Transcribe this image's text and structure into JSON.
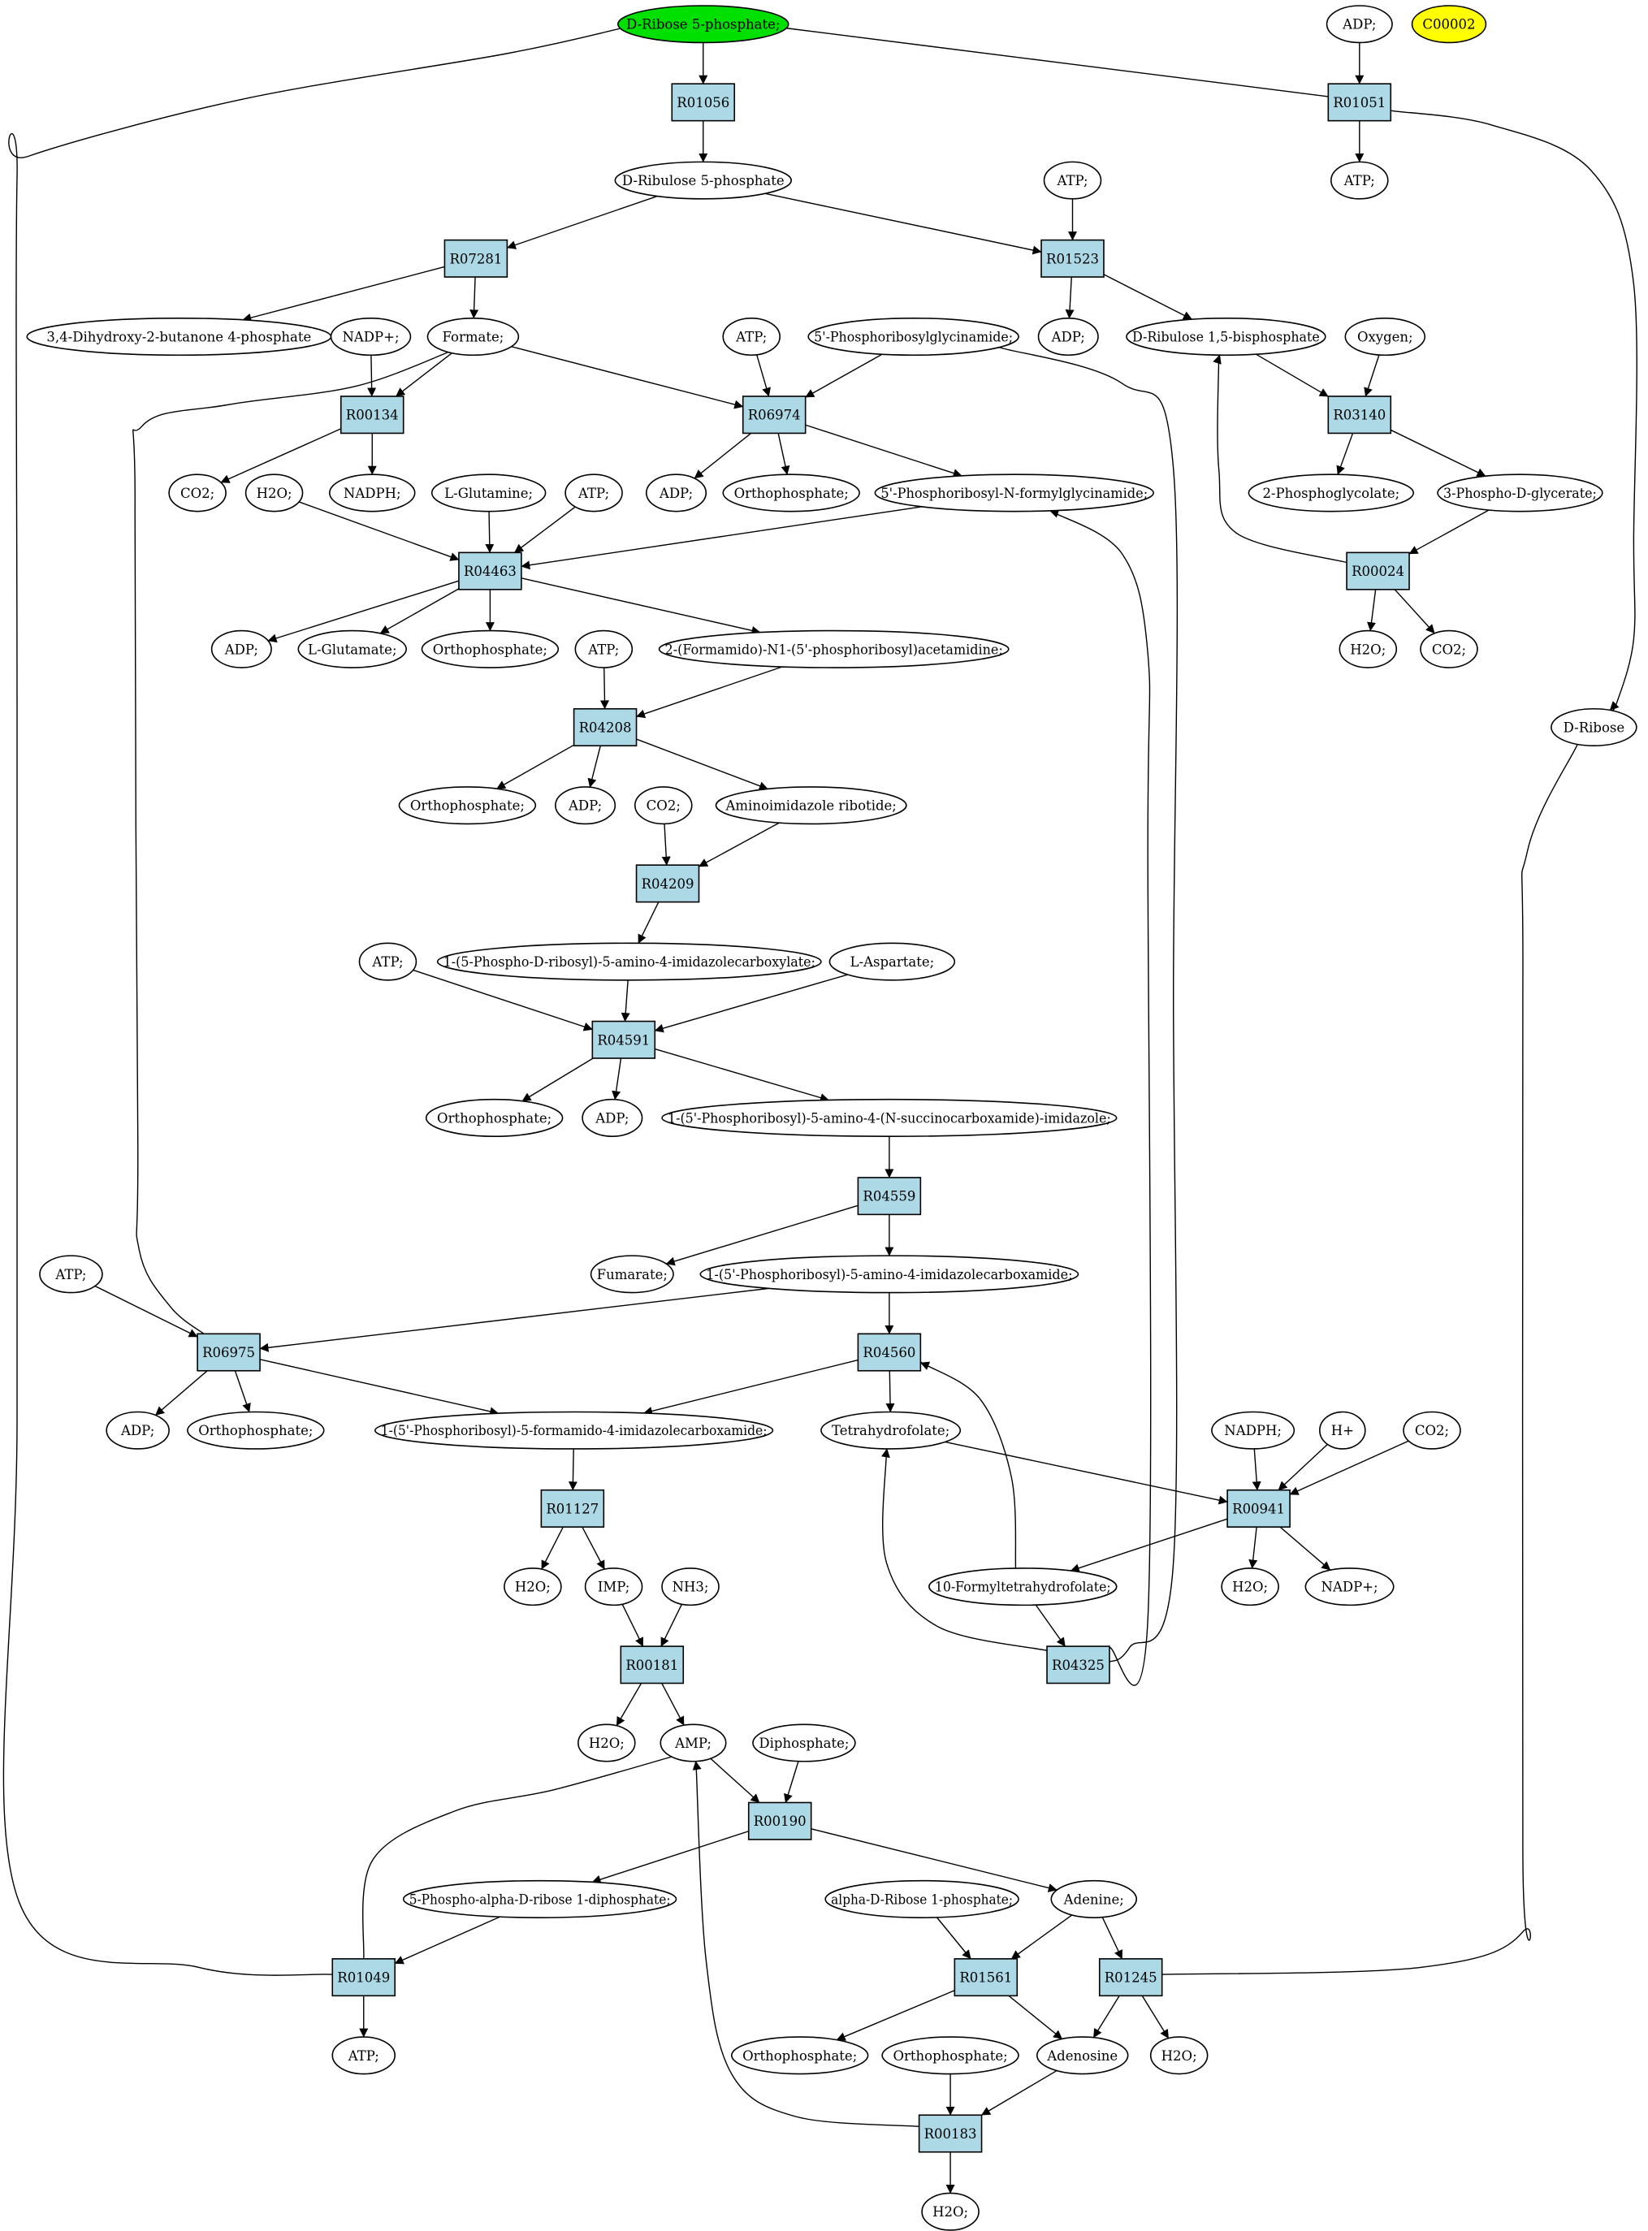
{
  "colors": {
    "reaction_fill": "#add8e6",
    "start_fill": "#00e000",
    "highlight_fill": "#ffff00",
    "compound_fill": "#ffffff",
    "stroke": "#000000"
  },
  "nodes": [
    {
      "id": "c_ribose5p",
      "label": "D-Ribose 5-phosphate;",
      "shape": "ellipse",
      "style": "start"
    },
    {
      "id": "c_adp_top",
      "label": "ADP;",
      "shape": "ellipse"
    },
    {
      "id": "c_c00002",
      "label": "C00002",
      "shape": "ellipse",
      "style": "highlight"
    },
    {
      "id": "r_R01056",
      "label": "R01056",
      "shape": "box"
    },
    {
      "id": "r_R01051",
      "label": "R01051",
      "shape": "box"
    },
    {
      "id": "c_ribulose5p",
      "label": "D-Ribulose 5-phosphate",
      "shape": "ellipse"
    },
    {
      "id": "c_atp_r1",
      "label": "ATP;",
      "shape": "ellipse"
    },
    {
      "id": "c_atp_r2",
      "label": "ATP;",
      "shape": "ellipse"
    },
    {
      "id": "r_R07281",
      "label": "R07281",
      "shape": "box"
    },
    {
      "id": "r_R01523",
      "label": "R01523",
      "shape": "box"
    },
    {
      "id": "c_dhbp",
      "label": "3,4-Dihydroxy-2-butanone 4-phosphate",
      "shape": "ellipse"
    },
    {
      "id": "c_nadp_a",
      "label": "NADP+;",
      "shape": "ellipse"
    },
    {
      "id": "c_formate",
      "label": "Formate;",
      "shape": "ellipse"
    },
    {
      "id": "c_atp_r3",
      "label": "ATP;",
      "shape": "ellipse"
    },
    {
      "id": "c_prgly",
      "label": "5'-Phosphoribosylglycinamide;",
      "shape": "ellipse"
    },
    {
      "id": "c_adp_r3",
      "label": "ADP;",
      "shape": "ellipse"
    },
    {
      "id": "c_rubp",
      "label": "D-Ribulose 1,5-bisphosphate",
      "shape": "ellipse"
    },
    {
      "id": "c_oxygen",
      "label": "Oxygen;",
      "shape": "ellipse"
    },
    {
      "id": "r_R00134",
      "label": "R00134",
      "shape": "box"
    },
    {
      "id": "r_R06974",
      "label": "R06974",
      "shape": "box"
    },
    {
      "id": "r_R03140",
      "label": "R03140",
      "shape": "box"
    },
    {
      "id": "c_co2_a",
      "label": "CO2;",
      "shape": "ellipse"
    },
    {
      "id": "c_h2o_a",
      "label": "H2O;",
      "shape": "ellipse"
    },
    {
      "id": "c_nadph_a",
      "label": "NADPH;",
      "shape": "ellipse"
    },
    {
      "id": "c_gln",
      "label": "L-Glutamine;",
      "shape": "ellipse"
    },
    {
      "id": "c_atp_r5",
      "label": "ATP;",
      "shape": "ellipse"
    },
    {
      "id": "c_adp_r5",
      "label": "ADP;",
      "shape": "ellipse"
    },
    {
      "id": "c_pi_r5",
      "label": "Orthophosphate;",
      "shape": "ellipse"
    },
    {
      "id": "c_fgar",
      "label": "5'-Phosphoribosyl-N-formylglycinamide;",
      "shape": "ellipse"
    },
    {
      "id": "c_pglycolate",
      "label": "2-Phosphoglycolate;",
      "shape": "ellipse"
    },
    {
      "id": "c_3pg",
      "label": "3-Phospho-D-glycerate;",
      "shape": "ellipse"
    },
    {
      "id": "r_R04463",
      "label": "R04463",
      "shape": "box"
    },
    {
      "id": "r_R00024",
      "label": "R00024",
      "shape": "box"
    },
    {
      "id": "c_adp_r6",
      "label": "ADP;",
      "shape": "ellipse"
    },
    {
      "id": "c_glu",
      "label": "L-Glutamate;",
      "shape": "ellipse"
    },
    {
      "id": "c_pi_r6",
      "label": "Orthophosphate;",
      "shape": "ellipse"
    },
    {
      "id": "c_atp_r6",
      "label": "ATP;",
      "shape": "ellipse"
    },
    {
      "id": "c_fgam",
      "label": "2-(Formamido)-N1-(5'-phosphoribosyl)acetamidine;",
      "shape": "ellipse"
    },
    {
      "id": "c_h2o_b",
      "label": "H2O;",
      "shape": "ellipse"
    },
    {
      "id": "c_co2_b",
      "label": "CO2;",
      "shape": "ellipse"
    },
    {
      "id": "c_dribose",
      "label": "D-Ribose",
      "shape": "ellipse"
    },
    {
      "id": "r_R04208",
      "label": "R04208",
      "shape": "box"
    },
    {
      "id": "c_pi_r8",
      "label": "Orthophosphate;",
      "shape": "ellipse"
    },
    {
      "id": "c_adp_r8",
      "label": "ADP;",
      "shape": "ellipse"
    },
    {
      "id": "c_co2_c",
      "label": "CO2;",
      "shape": "ellipse"
    },
    {
      "id": "c_air",
      "label": "Aminoimidazole ribotide;",
      "shape": "ellipse"
    },
    {
      "id": "r_R04209",
      "label": "R04209",
      "shape": "box"
    },
    {
      "id": "c_atp_r10",
      "label": "ATP;",
      "shape": "ellipse"
    },
    {
      "id": "c_cair",
      "label": "1-(5-Phospho-D-ribosyl)-5-amino-4-imidazolecarboxylate;",
      "shape": "ellipse"
    },
    {
      "id": "c_asp",
      "label": "L-Aspartate;",
      "shape": "ellipse"
    },
    {
      "id": "r_R04591",
      "label": "R04591",
      "shape": "box"
    },
    {
      "id": "c_pi_r12",
      "label": "Orthophosphate;",
      "shape": "ellipse"
    },
    {
      "id": "c_adp_r12",
      "label": "ADP;",
      "shape": "ellipse"
    },
    {
      "id": "c_saicar",
      "label": "1-(5'-Phosphoribosyl)-5-amino-4-(N-succinocarboxamide)-imidazole;",
      "shape": "ellipse"
    },
    {
      "id": "r_R04559",
      "label": "R04559",
      "shape": "box"
    },
    {
      "id": "c_atp_r14",
      "label": "ATP;",
      "shape": "ellipse"
    },
    {
      "id": "c_fumarate",
      "label": "Fumarate;",
      "shape": "ellipse"
    },
    {
      "id": "c_aicar",
      "label": "1-(5'-Phosphoribosyl)-5-amino-4-imidazolecarboxamide;",
      "shape": "ellipse"
    },
    {
      "id": "r_R06975",
      "label": "R06975",
      "shape": "box"
    },
    {
      "id": "r_R04560",
      "label": "R04560",
      "shape": "box"
    },
    {
      "id": "c_adp_r16",
      "label": "ADP;",
      "shape": "ellipse"
    },
    {
      "id": "c_pi_r16",
      "label": "Orthophosphate;",
      "shape": "ellipse"
    },
    {
      "id": "c_faicar",
      "label": "1-(5'-Phosphoribosyl)-5-formamido-4-imidazolecarboxamide;",
      "shape": "ellipse"
    },
    {
      "id": "c_thf",
      "label": "Tetrahydrofolate;",
      "shape": "ellipse"
    },
    {
      "id": "c_nadph_b",
      "label": "NADPH;",
      "shape": "ellipse"
    },
    {
      "id": "c_hplus",
      "label": "H+",
      "shape": "ellipse"
    },
    {
      "id": "c_co2_d",
      "label": "CO2;",
      "shape": "ellipse"
    },
    {
      "id": "r_R01127",
      "label": "R01127",
      "shape": "box"
    },
    {
      "id": "r_R00941",
      "label": "R00941",
      "shape": "box"
    },
    {
      "id": "c_h2o_c",
      "label": "H2O;",
      "shape": "ellipse"
    },
    {
      "id": "c_imp",
      "label": "IMP;",
      "shape": "ellipse"
    },
    {
      "id": "c_nh3",
      "label": "NH3;",
      "shape": "ellipse"
    },
    {
      "id": "c_10fthf",
      "label": "10-Formyltetrahydrofolate;",
      "shape": "ellipse"
    },
    {
      "id": "c_h2o_d",
      "label": "H2O;",
      "shape": "ellipse"
    },
    {
      "id": "c_nadp_b",
      "label": "NADP+;",
      "shape": "ellipse"
    },
    {
      "id": "r_R00181",
      "label": "R00181",
      "shape": "box"
    },
    {
      "id": "r_R04325",
      "label": "R04325",
      "shape": "box"
    },
    {
      "id": "c_h2o_e",
      "label": "H2O;",
      "shape": "ellipse"
    },
    {
      "id": "c_amp",
      "label": "AMP;",
      "shape": "ellipse"
    },
    {
      "id": "c_ppi",
      "label": "Diphosphate;",
      "shape": "ellipse"
    },
    {
      "id": "r_R00190",
      "label": "R00190",
      "shape": "box"
    },
    {
      "id": "c_prpp",
      "label": "5-Phospho-alpha-D-ribose 1-diphosphate;",
      "shape": "ellipse"
    },
    {
      "id": "c_r1p",
      "label": "alpha-D-Ribose 1-phosphate;",
      "shape": "ellipse"
    },
    {
      "id": "c_adenine",
      "label": "Adenine;",
      "shape": "ellipse"
    },
    {
      "id": "r_R01049",
      "label": "R01049",
      "shape": "box"
    },
    {
      "id": "r_R01561",
      "label": "R01561",
      "shape": "box"
    },
    {
      "id": "r_R01245",
      "label": "R01245",
      "shape": "box"
    },
    {
      "id": "c_atp_r24",
      "label": "ATP;",
      "shape": "ellipse"
    },
    {
      "id": "c_pi_r24a",
      "label": "Orthophosphate;",
      "shape": "ellipse"
    },
    {
      "id": "c_pi_r24b",
      "label": "Orthophosphate;",
      "shape": "ellipse"
    },
    {
      "id": "c_adenosine",
      "label": "Adenosine",
      "shape": "ellipse"
    },
    {
      "id": "c_h2o_f",
      "label": "H2O;",
      "shape": "ellipse"
    },
    {
      "id": "r_R00183",
      "label": "R00183",
      "shape": "box"
    },
    {
      "id": "c_h2o_g",
      "label": "H2O;",
      "shape": "ellipse"
    }
  ],
  "edges": [
    [
      "c_ribose5p",
      "r_R01056"
    ],
    [
      "c_ribose5p",
      "r_R01051"
    ],
    [
      "c_adp_top",
      "r_R01051"
    ],
    [
      "r_R01056",
      "c_ribulose5p"
    ],
    [
      "r_R01051",
      "c_atp_r1"
    ],
    [
      "r_R01051",
      "c_dribose"
    ],
    [
      "c_ribulose5p",
      "r_R07281"
    ],
    [
      "c_ribulose5p",
      "r_R01523"
    ],
    [
      "c_atp_r2",
      "r_R01523"
    ],
    [
      "r_R07281",
      "c_dhbp"
    ],
    [
      "r_R07281",
      "c_formate"
    ],
    [
      "r_R01523",
      "c_adp_r3"
    ],
    [
      "r_R01523",
      "c_rubp"
    ],
    [
      "c_nadp_a",
      "r_R00134"
    ],
    [
      "c_formate",
      "r_R00134"
    ],
    [
      "c_formate",
      "r_R06974"
    ],
    [
      "c_formate",
      "r_R06975"
    ],
    [
      "c_atp_r3",
      "r_R06974"
    ],
    [
      "c_prgly",
      "r_R06974"
    ],
    [
      "c_prgly",
      "r_R04325"
    ],
    [
      "c_rubp",
      "r_R03140"
    ],
    [
      "c_oxygen",
      "r_R03140"
    ],
    [
      "r_R00134",
      "c_co2_a"
    ],
    [
      "r_R00134",
      "c_nadph_a"
    ],
    [
      "r_R06974",
      "c_adp_r5"
    ],
    [
      "r_R06974",
      "c_pi_r5"
    ],
    [
      "r_R06974",
      "c_fgar"
    ],
    [
      "r_R03140",
      "c_pglycolate"
    ],
    [
      "r_R03140",
      "c_3pg"
    ],
    [
      "c_h2o_a",
      "r_R04463"
    ],
    [
      "c_gln",
      "r_R04463"
    ],
    [
      "c_atp_r5",
      "r_R04463"
    ],
    [
      "c_fgar",
      "r_R04463"
    ],
    [
      "c_3pg",
      "r_R00024"
    ],
    [
      "r_R00024",
      "c_rubp"
    ],
    [
      "r_R00024",
      "c_h2o_b"
    ],
    [
      "r_R00024",
      "c_co2_b"
    ],
    [
      "r_R04463",
      "c_adp_r6"
    ],
    [
      "r_R04463",
      "c_glu"
    ],
    [
      "r_R04463",
      "c_pi_r6"
    ],
    [
      "r_R04463",
      "c_fgam"
    ],
    [
      "c_atp_r6",
      "r_R04208"
    ],
    [
      "c_fgam",
      "r_R04208"
    ],
    [
      "r_R04208",
      "c_pi_r8"
    ],
    [
      "r_R04208",
      "c_adp_r8"
    ],
    [
      "r_R04208",
      "c_air"
    ],
    [
      "c_co2_c",
      "r_R04209"
    ],
    [
      "c_air",
      "r_R04209"
    ],
    [
      "r_R04209",
      "c_cair"
    ],
    [
      "c_atp_r10",
      "r_R04591"
    ],
    [
      "c_cair",
      "r_R04591"
    ],
    [
      "c_asp",
      "r_R04591"
    ],
    [
      "r_R04591",
      "c_pi_r12"
    ],
    [
      "r_R04591",
      "c_adp_r12"
    ],
    [
      "r_R04591",
      "c_saicar"
    ],
    [
      "c_saicar",
      "r_R04559"
    ],
    [
      "r_R04559",
      "c_fumarate"
    ],
    [
      "r_R04559",
      "c_aicar"
    ],
    [
      "c_atp_r14",
      "r_R06975"
    ],
    [
      "c_aicar",
      "r_R06975"
    ],
    [
      "c_aicar",
      "r_R04560"
    ],
    [
      "r_R06975",
      "c_adp_r16"
    ],
    [
      "r_R06975",
      "c_pi_r16"
    ],
    [
      "r_R06975",
      "c_faicar"
    ],
    [
      "r_R04560",
      "c_faicar"
    ],
    [
      "r_R04560",
      "c_thf"
    ],
    [
      "c_thf",
      "r_R00941"
    ],
    [
      "c_nadph_b",
      "r_R00941"
    ],
    [
      "c_hplus",
      "r_R00941"
    ],
    [
      "c_co2_d",
      "r_R00941"
    ],
    [
      "c_faicar",
      "r_R01127"
    ],
    [
      "r_R01127",
      "c_h2o_c"
    ],
    [
      "r_R01127",
      "c_imp"
    ],
    [
      "r_R00941",
      "c_10fthf"
    ],
    [
      "r_R00941",
      "c_h2o_d"
    ],
    [
      "r_R00941",
      "c_nadp_b"
    ],
    [
      "c_10fthf",
      "r_R04560"
    ],
    [
      "c_10fthf",
      "r_R04325"
    ],
    [
      "r_R04325",
      "c_thf"
    ],
    [
      "r_R04325",
      "c_fgar"
    ],
    [
      "c_imp",
      "r_R00181"
    ],
    [
      "c_nh3",
      "r_R00181"
    ],
    [
      "r_R00181",
      "c_h2o_e"
    ],
    [
      "r_R00181",
      "c_amp"
    ],
    [
      "c_amp",
      "r_R00190"
    ],
    [
      "c_ppi",
      "r_R00190"
    ],
    [
      "c_amp",
      "r_R01049"
    ],
    [
      "r_R00190",
      "c_prpp"
    ],
    [
      "r_R00190",
      "c_adenine"
    ],
    [
      "c_prpp",
      "r_R01049"
    ],
    [
      "c_r1p",
      "r_R01561"
    ],
    [
      "c_adenine",
      "r_R01561"
    ],
    [
      "c_adenine",
      "r_R01245"
    ],
    [
      "c_dribose",
      "r_R01245"
    ],
    [
      "r_R01049",
      "c_atp_r24"
    ],
    [
      "r_R01049",
      "c_ribose5p"
    ],
    [
      "r_R01561",
      "c_pi_r24a"
    ],
    [
      "r_R01561",
      "c_adenosine"
    ],
    [
      "r_R01245",
      "c_adenosine"
    ],
    [
      "r_R01245",
      "c_h2o_f"
    ],
    [
      "c_pi_r24b",
      "r_R00183"
    ],
    [
      "c_adenosine",
      "r_R00183"
    ],
    [
      "r_R00183",
      "c_amp"
    ],
    [
      "r_R00183",
      "c_h2o_g"
    ]
  ]
}
